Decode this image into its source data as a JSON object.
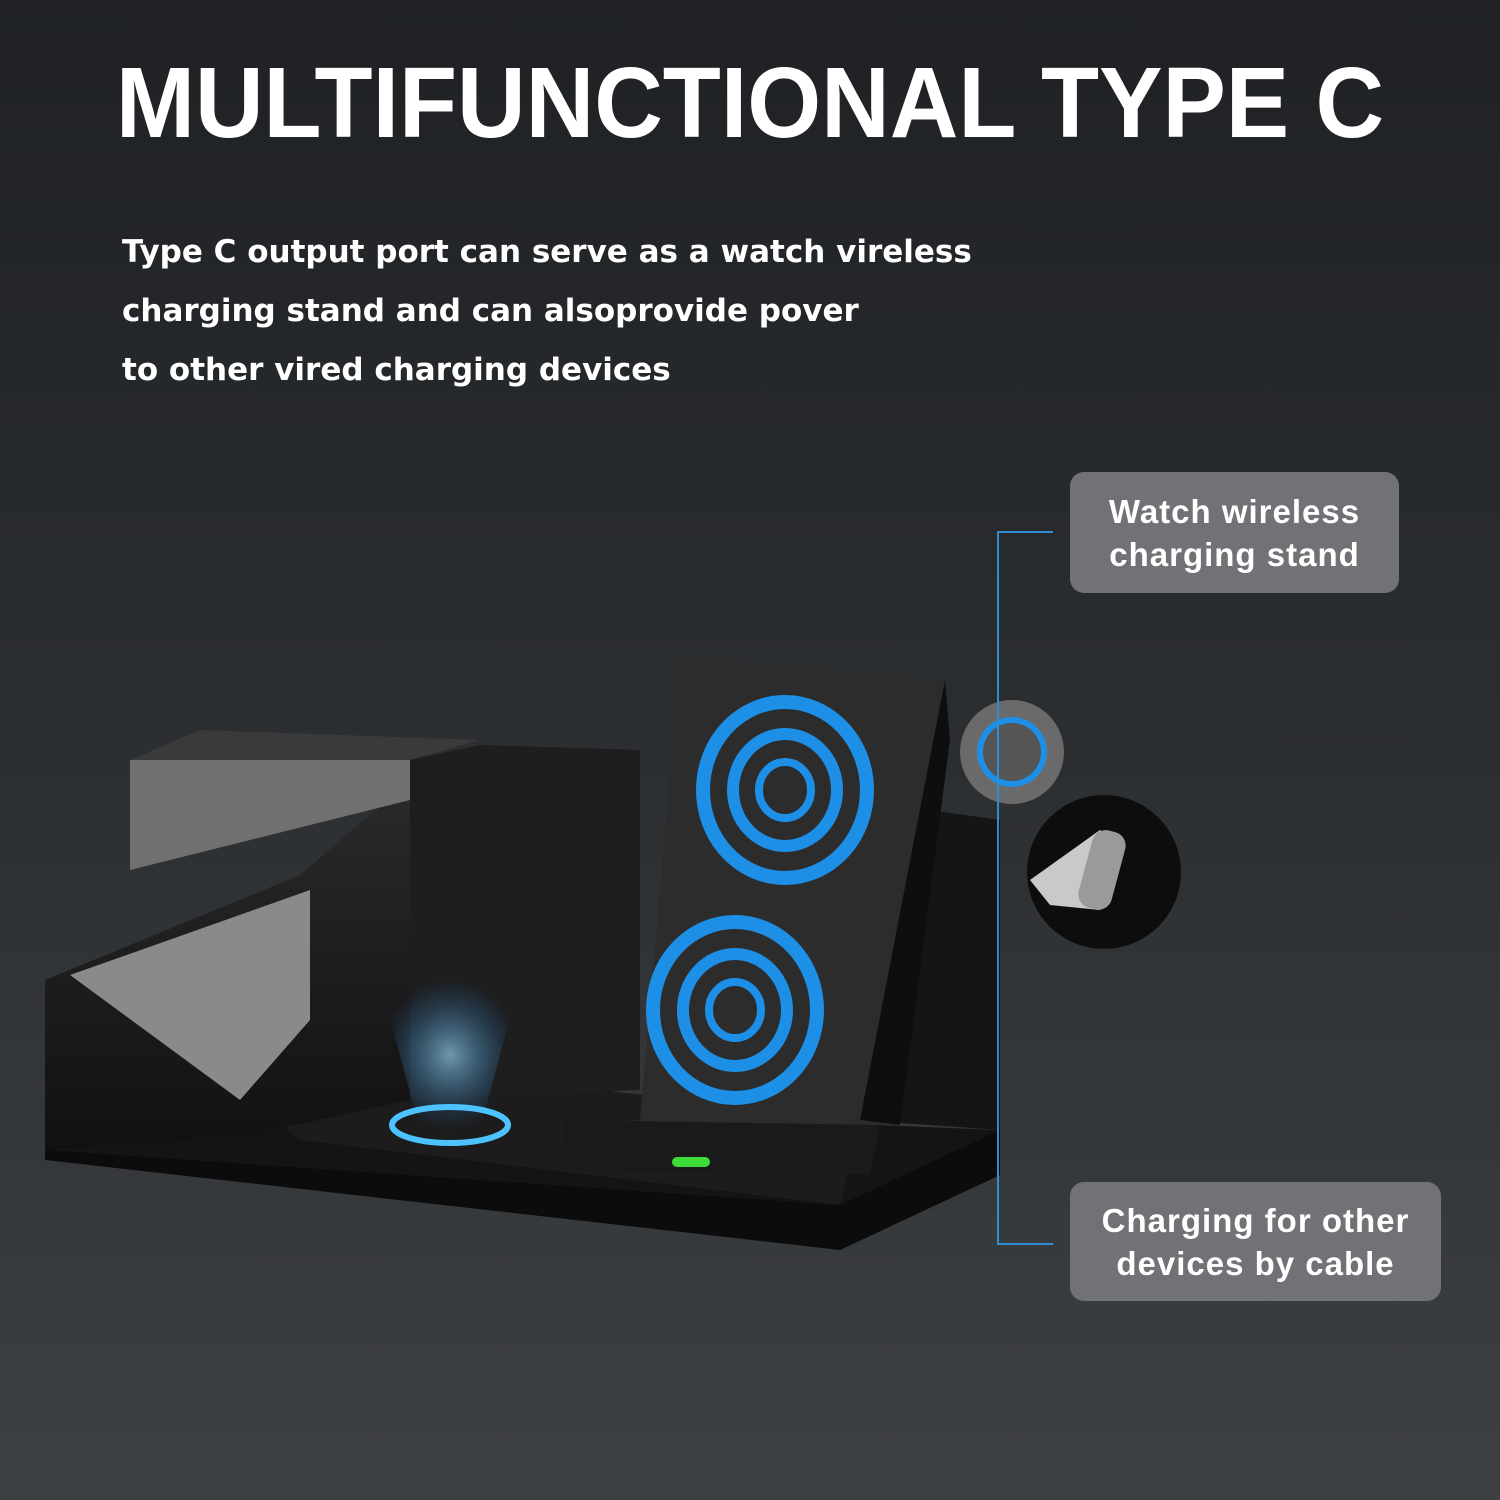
{
  "title": "MULTIFUNCTIONAL TYPE C",
  "description": [
    "Type C output port can serve as a watch vireless",
    "charging stand and can alsoprovide pover",
    "to other vired charging devices"
  ],
  "callouts": [
    {
      "lines": [
        "Watch wireless",
        "charging stand"
      ]
    },
    {
      "lines": [
        "Charging for other",
        "devices by cable"
      ]
    }
  ],
  "colors": {
    "accent": "#2b8fd2",
    "callout_bg": "#707276",
    "indicator": "#3ddc3a"
  }
}
